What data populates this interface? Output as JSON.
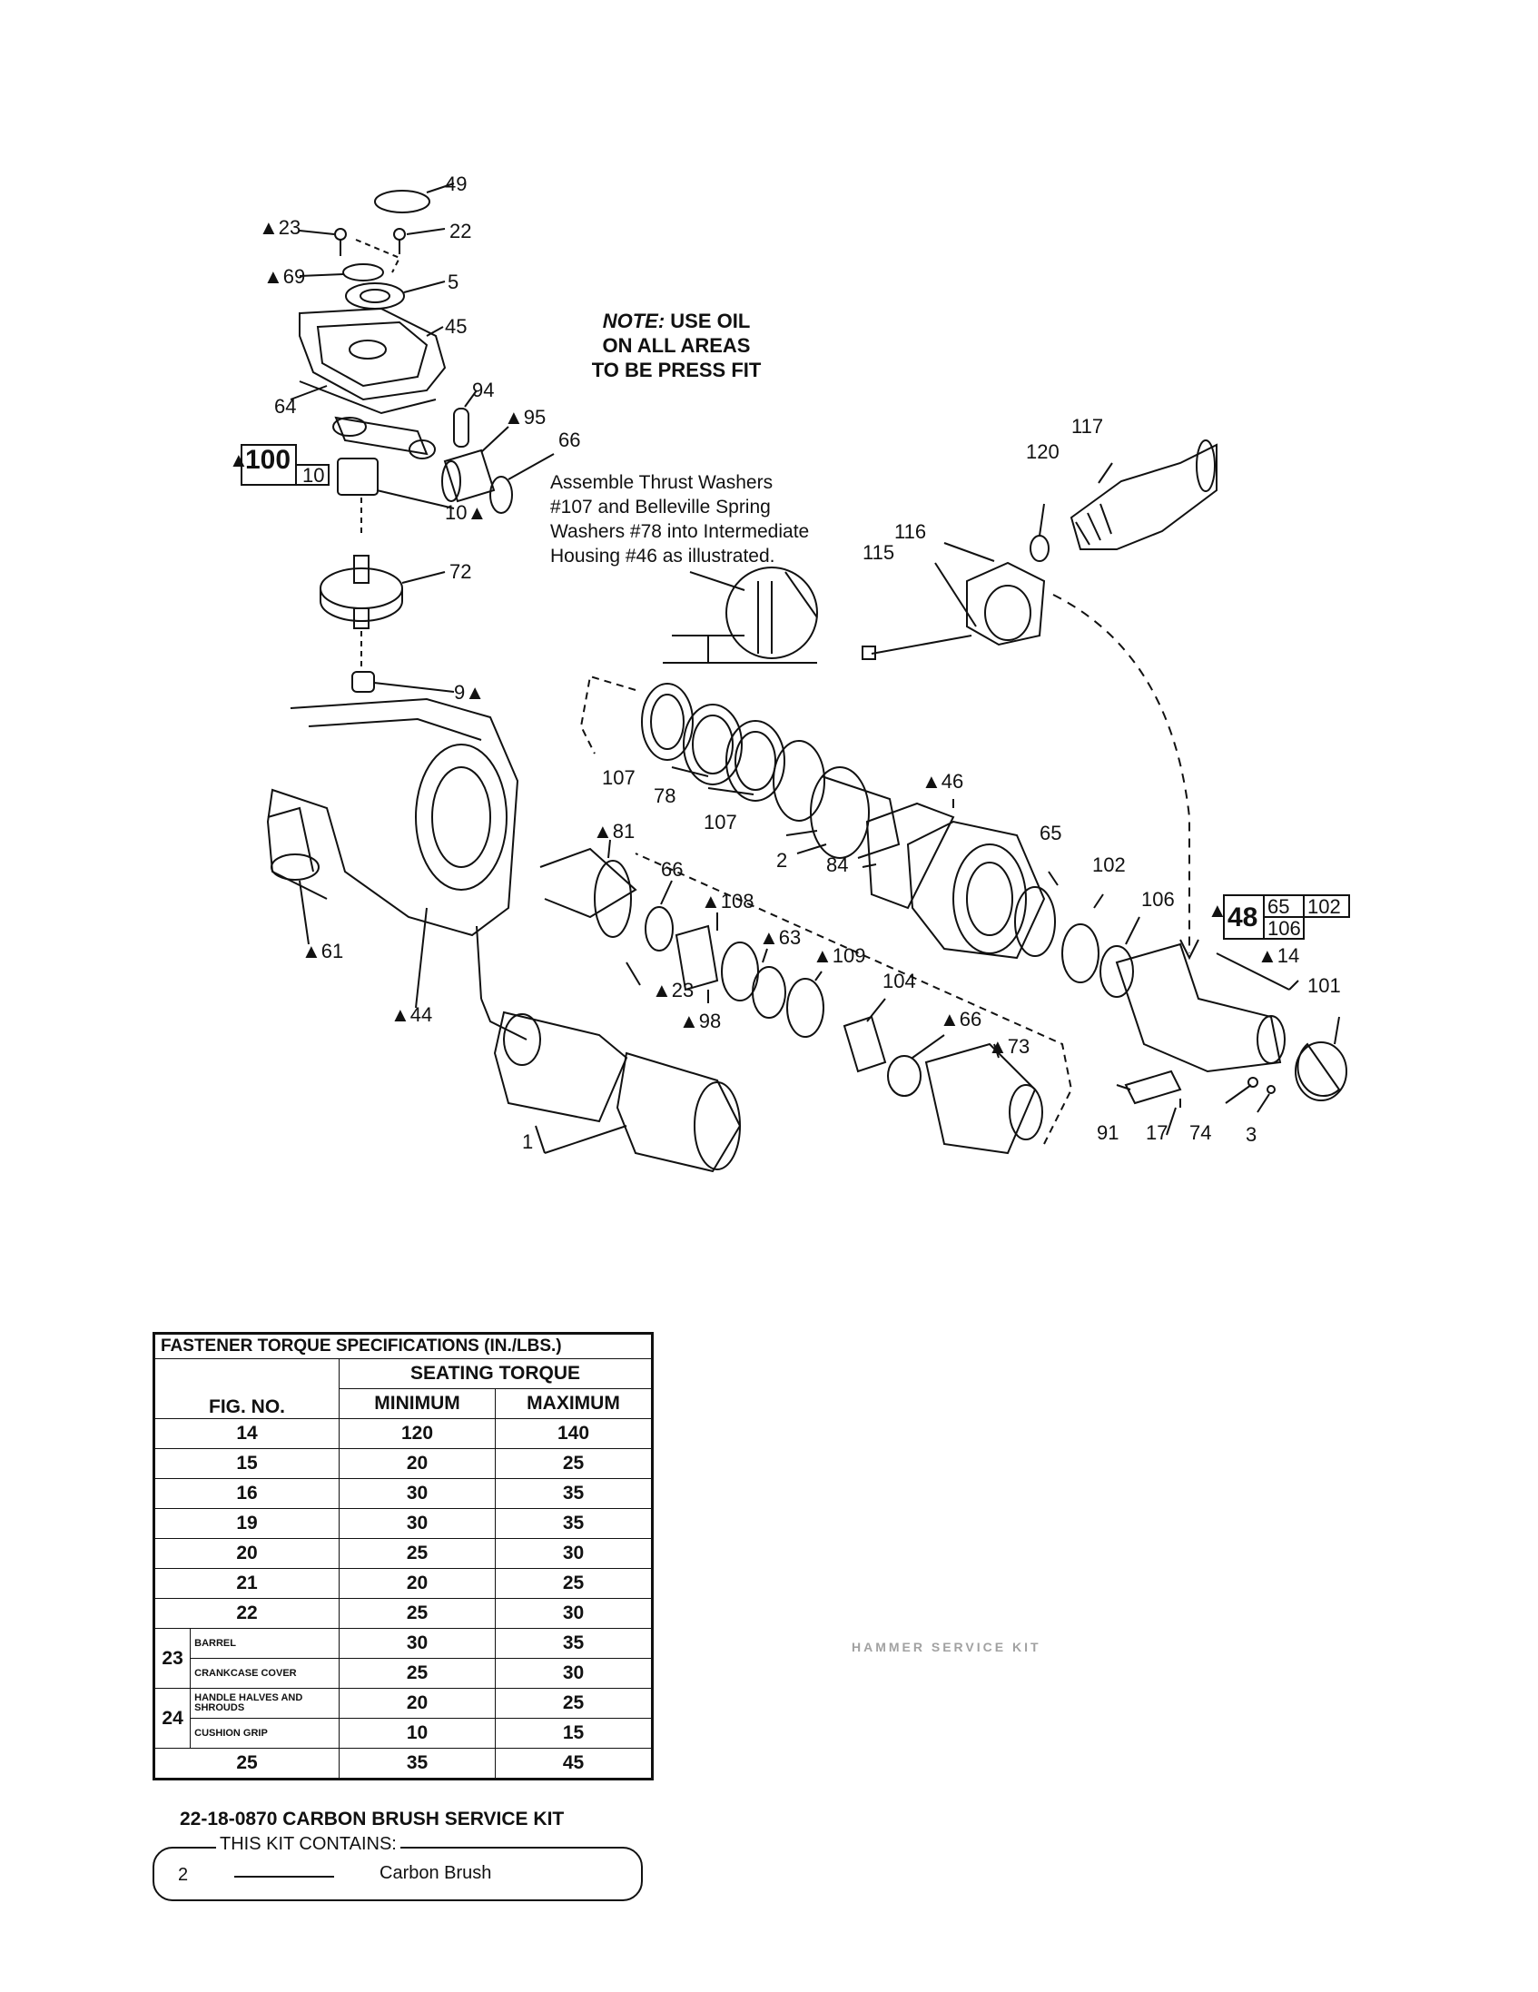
{
  "note": {
    "lead": "NOTE:",
    "rest": "USE OIL",
    "line2": "ON ALL AREAS",
    "line3": "TO BE PRESS FIT"
  },
  "assemble_note": {
    "line1": "Assemble Thrust Washers",
    "line2": "#107 and Belleville Spring",
    "line3": "Washers #78 into Intermediate",
    "line4": "Housing #46 as illustrated."
  },
  "part_labels": {
    "p49": "49",
    "p23a": "▲23",
    "p22": "22",
    "p69": "▲69",
    "p5": "5",
    "p45": "45",
    "p64": "64",
    "p94": "94",
    "p95": "▲95",
    "p66a": "66",
    "p10a": "10▲",
    "p72": "72",
    "p9": "9▲",
    "p61": "▲61",
    "p44": "▲44",
    "p117": "117",
    "p120": "120",
    "p116": "116",
    "p115": "115",
    "p107a": "107",
    "p78": "78",
    "p107b": "107",
    "p2": "2",
    "p46": "▲46",
    "p81": "▲81",
    "p66b": "66",
    "p108": "▲108",
    "p63": "▲63",
    "p84": "84",
    "p65": "65",
    "p102": "102",
    "p106": "106",
    "p14": "▲14",
    "p101": "101",
    "p23b": "▲23",
    "p98": "▲98",
    "p109": "▲109",
    "p104": "104",
    "p66c": "▲66",
    "p73": "▲73",
    "p1": "1",
    "p91": "91",
    "p17": "17",
    "p74": "74",
    "p3": "3"
  },
  "kit100": {
    "marker": "▲",
    "main": "100",
    "sub": "10"
  },
  "kit48": {
    "marker": "▲",
    "main": "48",
    "sub1": "65",
    "sub2": "102",
    "sub3": "106"
  },
  "torque_table": {
    "title": "FASTENER TORQUE SPECIFICATIONS (IN./LBS.)",
    "group_header": "SEATING TORQUE",
    "col_fig": "FIG. NO.",
    "col_min": "MINIMUM",
    "col_max": "MAXIMUM",
    "rows": [
      {
        "fig": "14",
        "min": "120",
        "max": "140"
      },
      {
        "fig": "15",
        "min": "20",
        "max": "25"
      },
      {
        "fig": "16",
        "min": "30",
        "max": "35"
      },
      {
        "fig": "19",
        "min": "30",
        "max": "35"
      },
      {
        "fig": "20",
        "min": "25",
        "max": "30"
      },
      {
        "fig": "21",
        "min": "20",
        "max": "25"
      },
      {
        "fig": "22",
        "min": "25",
        "max": "30"
      }
    ],
    "g23": {
      "fig": "23",
      "a_label": "BARREL",
      "a_min": "30",
      "a_max": "35",
      "b_label": "CRANKCASE COVER",
      "b_min": "25",
      "b_max": "30"
    },
    "g24": {
      "fig": "24",
      "a_label": "HANDLE HALVES AND SHROUDS",
      "a_min": "20",
      "a_max": "25",
      "b_label": "CUSHION GRIP",
      "b_min": "10",
      "b_max": "15"
    },
    "last": {
      "fig": "25",
      "min": "35",
      "max": "45"
    }
  },
  "faded_text": "HAMMER SERVICE KIT",
  "kit": {
    "title": "22-18-0870 CARBON BRUSH SERVICE KIT",
    "contains": "THIS KIT CONTAINS:",
    "qty": "2",
    "item": "Carbon Brush"
  }
}
